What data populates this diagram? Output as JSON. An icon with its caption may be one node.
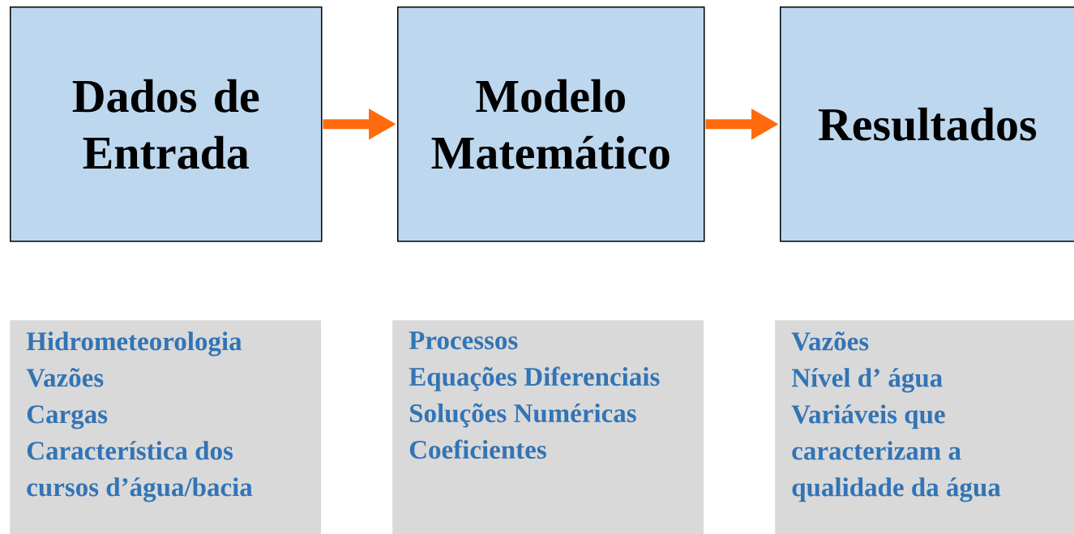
{
  "diagram": {
    "nodes": [
      {
        "text": [
          "Dados de Entrada"
        ]
      },
      {
        "text": [
          "Modelo Matemático"
        ]
      },
      {
        "text": [
          "Resultados"
        ]
      },
      {
        "text": [
          "Hidrometeorologia",
          "Vazões",
          "Cargas",
          "Característica dos cursos d’água/bacia"
        ]
      },
      {
        "text": [
          "Processos",
          "Equações Diferenciais",
          "Soluções Numéricas",
          "Coeficientes"
        ]
      },
      {
        "text": [
          "Vazões",
          "Nível d’ água",
          "Variáveis que caracterizam a qualidade da água"
        ]
      }
    ],
    "edges": [
      {
        "from": 0,
        "to": 1,
        "arrow": "to"
      },
      {
        "from": 1,
        "to": 2,
        "arrow": "to"
      }
    ]
  }
}
